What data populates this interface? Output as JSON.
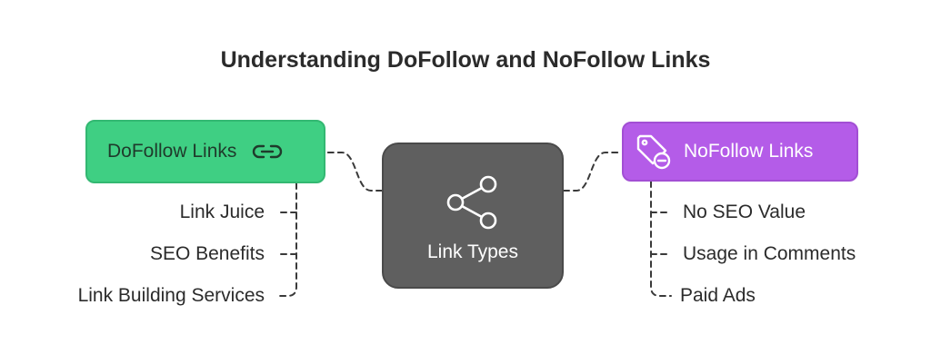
{
  "title": "Understanding DoFollow and NoFollow Links",
  "center": {
    "label": "Link Types",
    "icon": "share-icon"
  },
  "dofollow": {
    "label": "DoFollow Links",
    "icon": "link-icon",
    "color": "#3fcf83",
    "items": [
      "Link Juice",
      "SEO Benefits",
      "Link Building Services"
    ]
  },
  "nofollow": {
    "label": "NoFollow Links",
    "icon": "tag-minus-icon",
    "color": "#b45ce8",
    "items": [
      "No SEO Value",
      "Usage in Comments",
      "Paid Ads"
    ]
  },
  "center_color": "#5f5f5f"
}
